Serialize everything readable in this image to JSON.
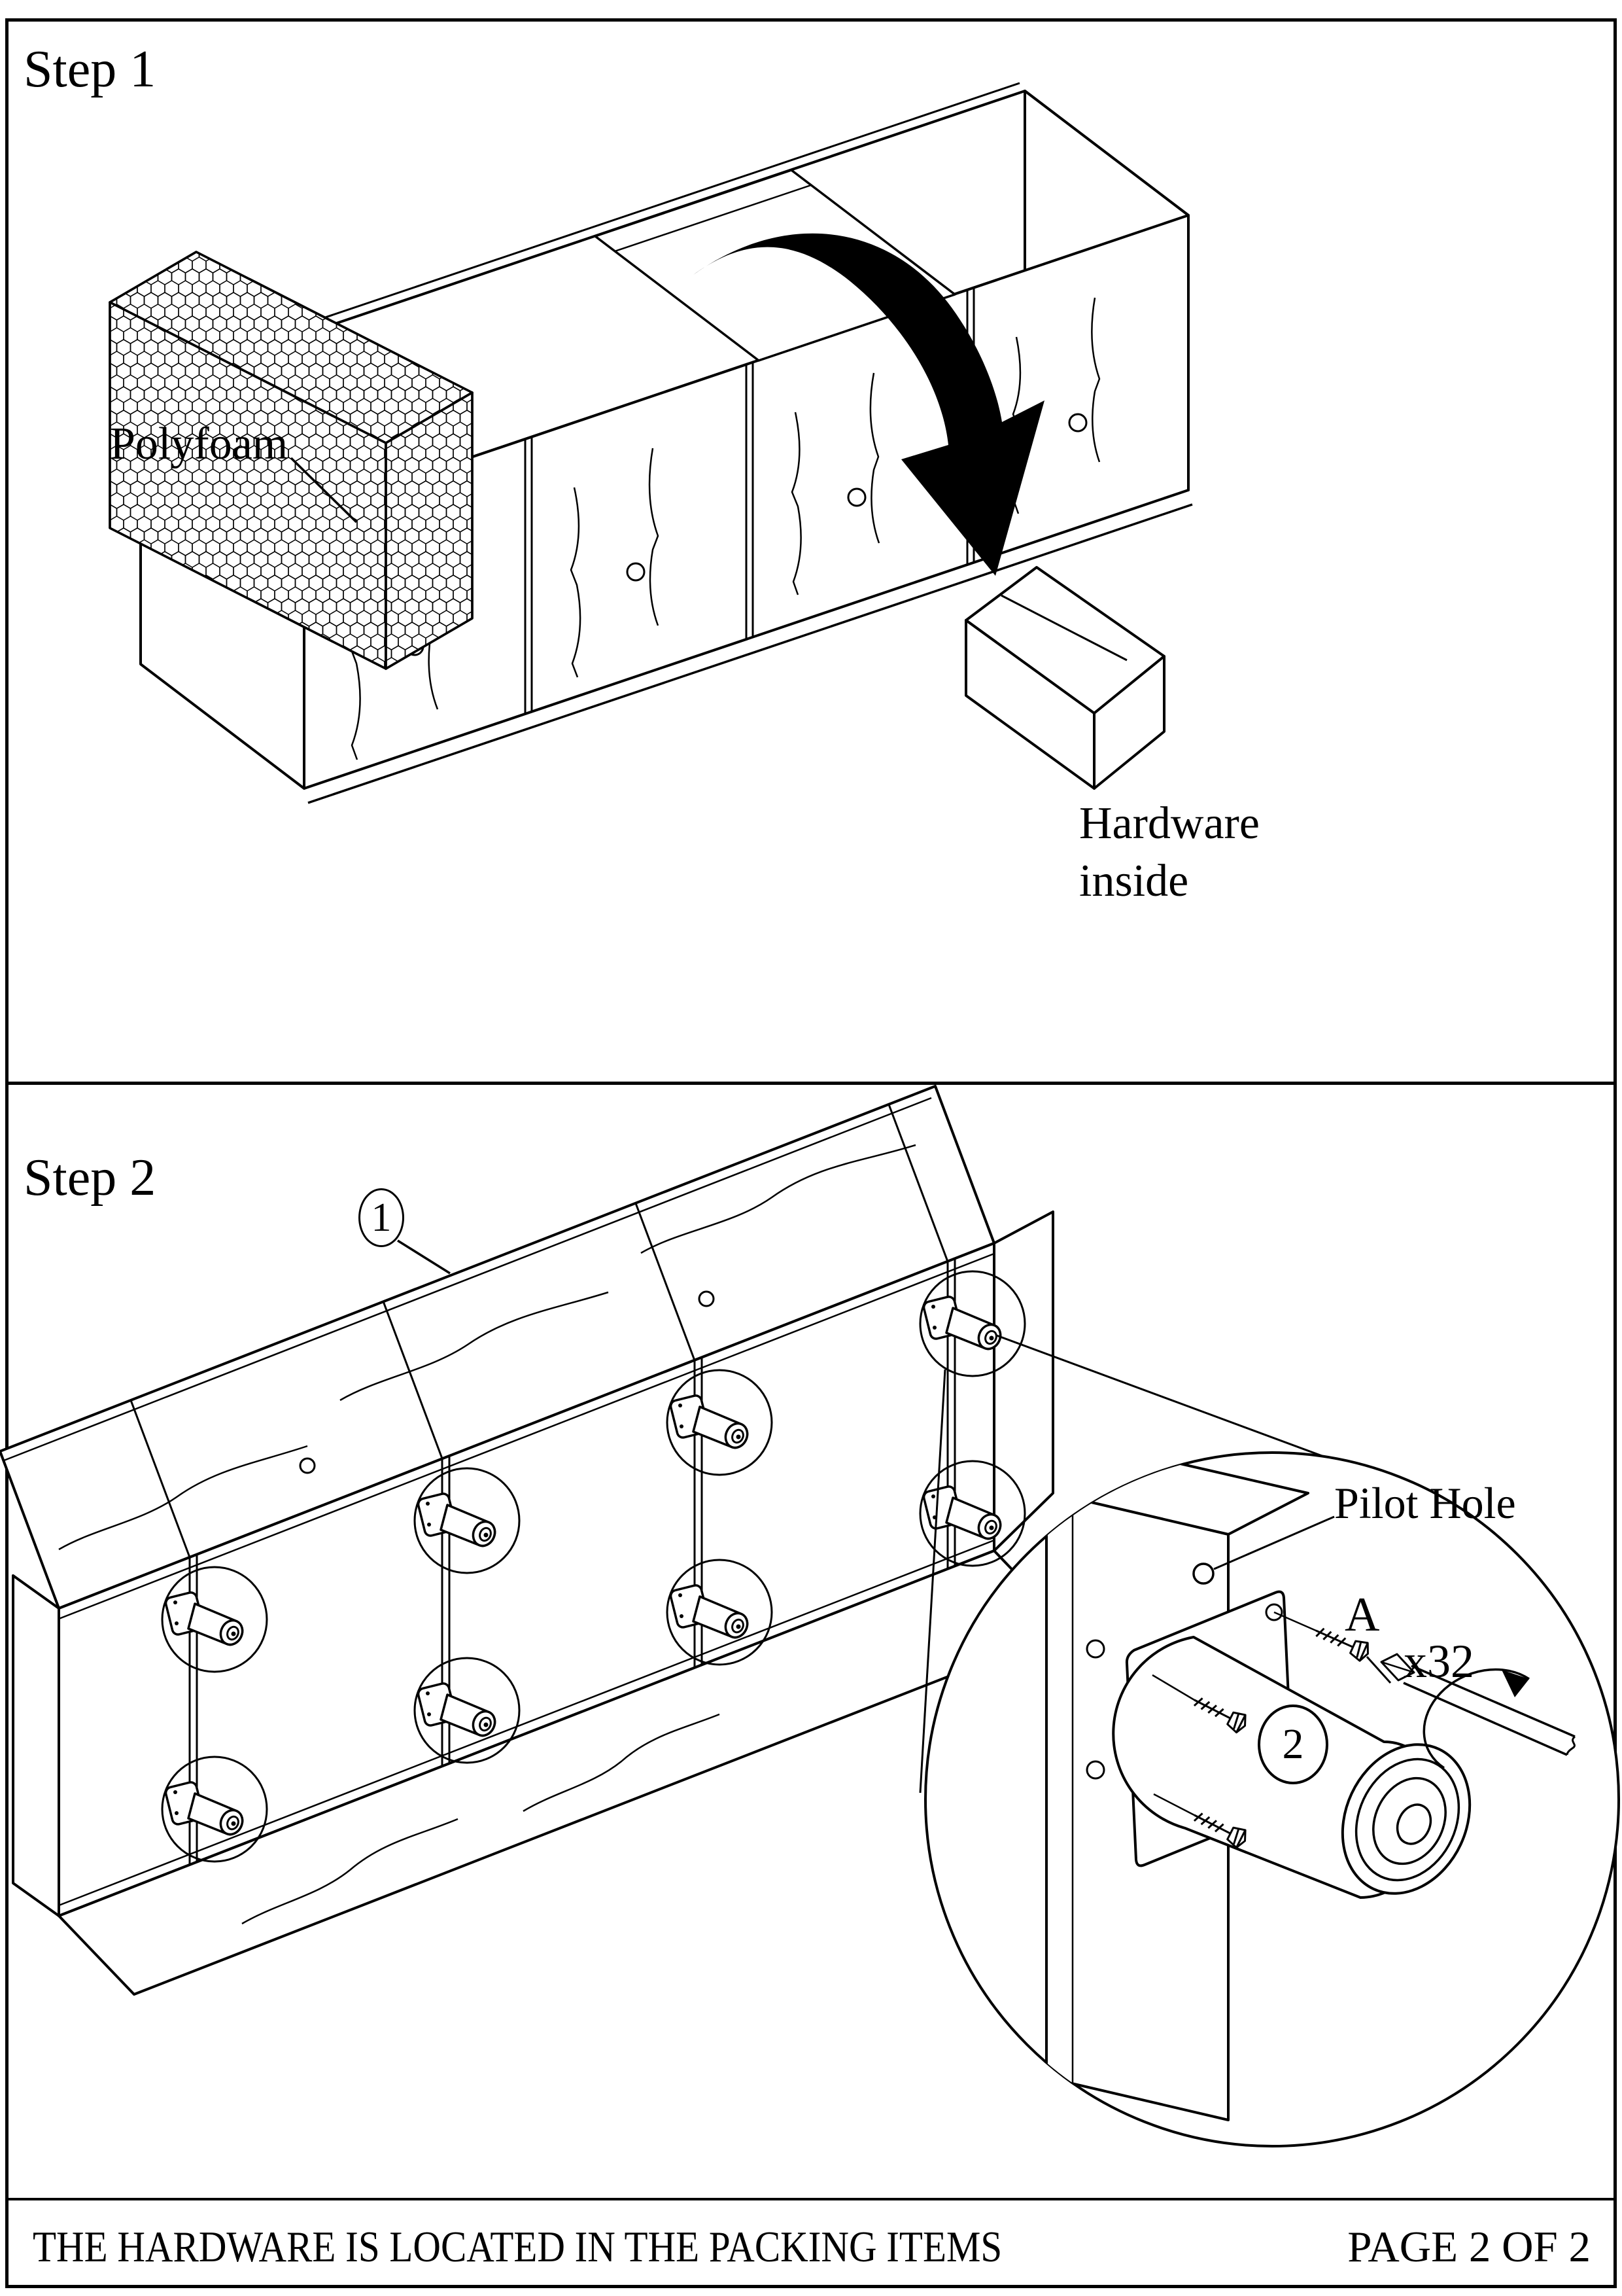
{
  "page": {
    "step1": {
      "title": "Step 1",
      "polyfoam_label": "Polyfoam",
      "hardware_label_line1": "Hardware",
      "hardware_label_line2": "inside"
    },
    "step2": {
      "title": "Step 2",
      "part1_badge": "1",
      "detail": {
        "pilot_hole_label": "Pilot Hole",
        "screw_letter": "A",
        "screw_count": "x32",
        "part2_badge": "2"
      }
    },
    "footer": {
      "note": "THE HARDWARE IS LOCATED IN THE PACKING ITEMS",
      "page_number": "PAGE 2 OF 2"
    },
    "colors": {
      "ink": "#000000",
      "paper": "#ffffff"
    }
  }
}
